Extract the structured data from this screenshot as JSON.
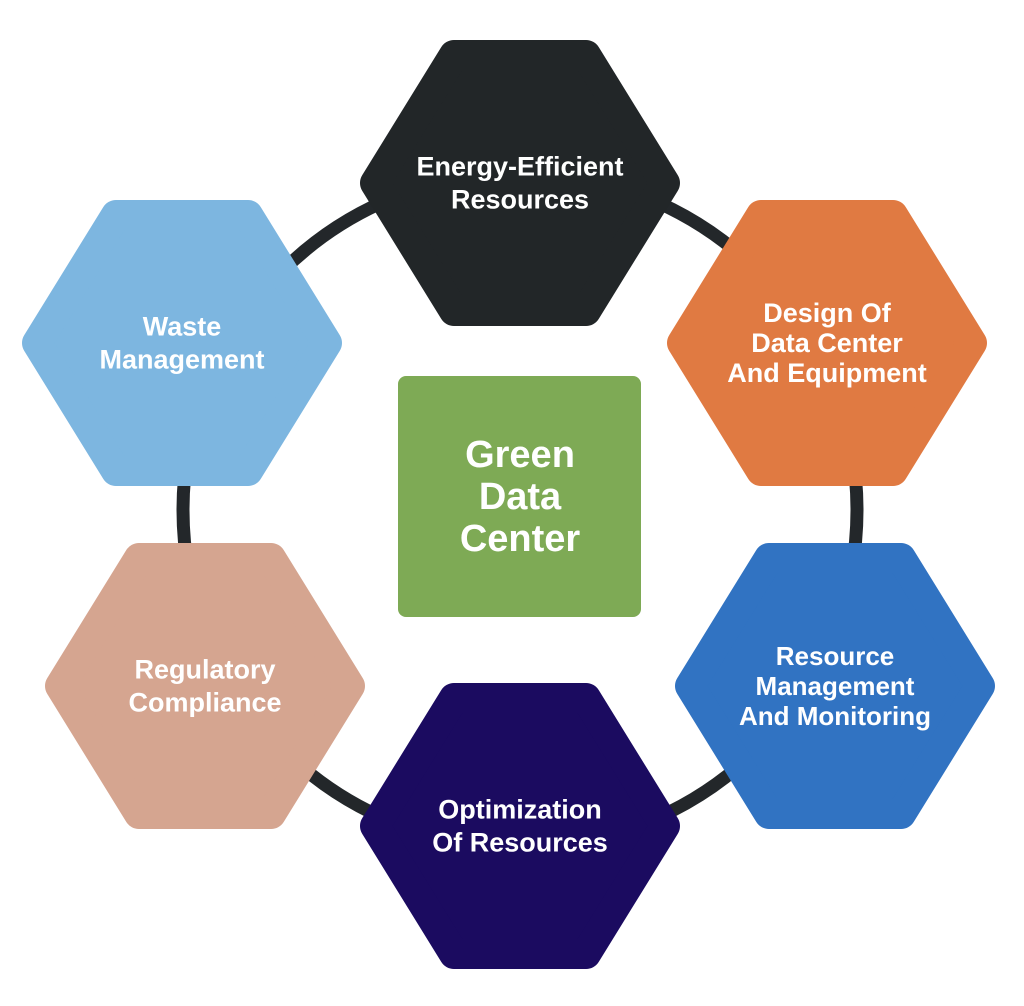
{
  "center": {
    "lines": [
      "Green",
      "Data",
      "Center"
    ],
    "color": "#7eaa55"
  },
  "ring_color": "#23272a",
  "nodes": [
    {
      "id": "energy-efficient-resources",
      "lines": [
        "Energy-Efficient",
        "Resources"
      ],
      "color": "#222628"
    },
    {
      "id": "design-of-data-center",
      "lines": [
        "Design Of",
        "Data Center",
        "And Equipment"
      ],
      "color": "#e07a42"
    },
    {
      "id": "resource-management",
      "lines": [
        "Resource",
        "Management",
        "And Monitoring"
      ],
      "color": "#3173c2"
    },
    {
      "id": "optimization-of-resources",
      "lines": [
        "Optimization",
        "Of Resources"
      ],
      "color": "#1b0b60"
    },
    {
      "id": "regulatory-compliance",
      "lines": [
        "Regulatory",
        "Compliance"
      ],
      "color": "#d5a590"
    },
    {
      "id": "waste-management",
      "lines": [
        "Waste",
        "Management"
      ],
      "color": "#7db6e0"
    }
  ]
}
